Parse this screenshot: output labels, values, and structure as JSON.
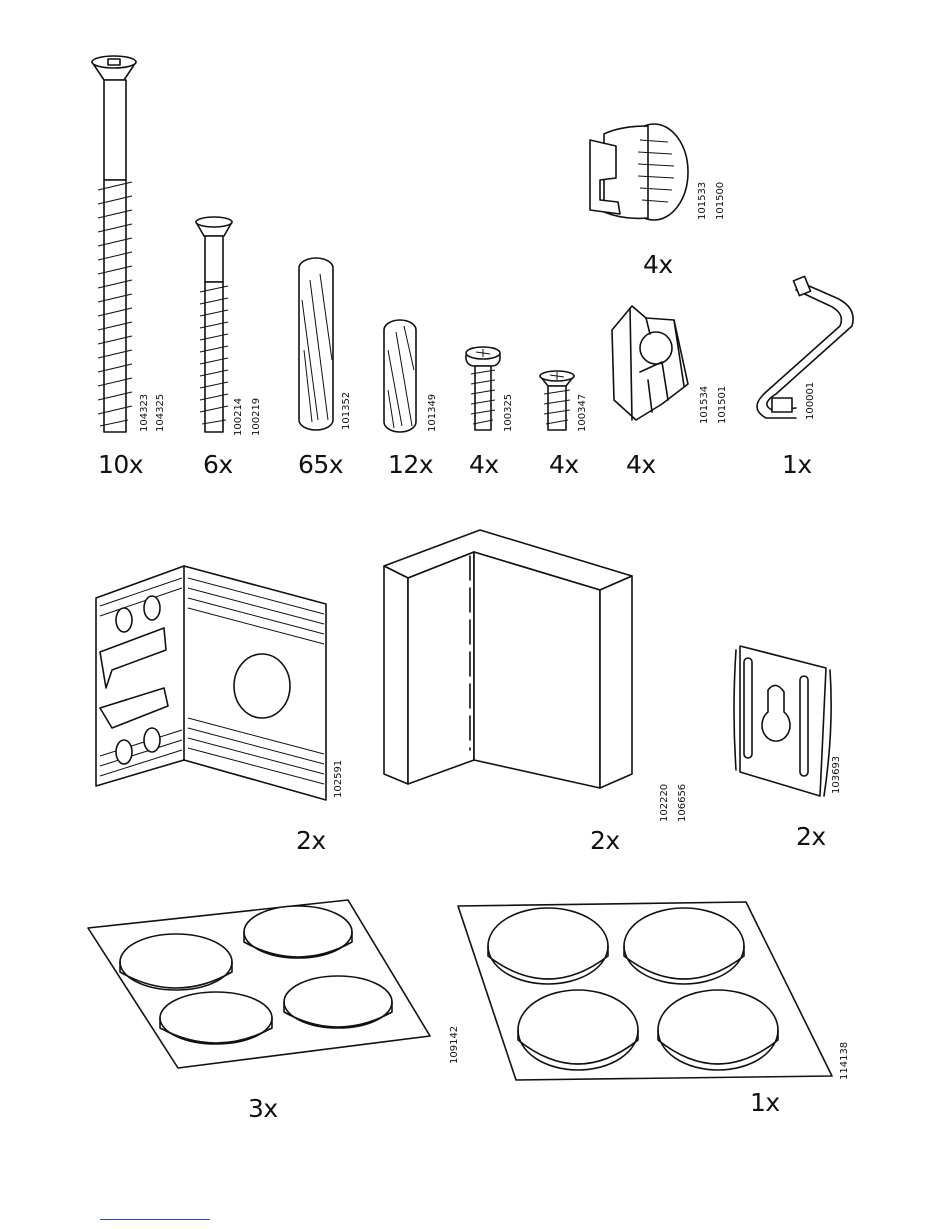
{
  "parts": [
    {
      "id": "long-screw",
      "qty": "10x",
      "codes": [
        "104323",
        "104325"
      ]
    },
    {
      "id": "short-screw",
      "qty": "6x",
      "codes": [
        "100214",
        "100219"
      ]
    },
    {
      "id": "long-dowel",
      "qty": "65x",
      "codes": [
        "101352"
      ]
    },
    {
      "id": "short-dowel",
      "qty": "12x",
      "codes": [
        "101349"
      ]
    },
    {
      "id": "pan-screw",
      "qty": "4x",
      "codes": [
        "100325"
      ]
    },
    {
      "id": "small-screw",
      "qty": "4x",
      "codes": [
        "100347"
      ]
    },
    {
      "id": "cam-clip",
      "qty": "4x",
      "codes": [
        "101534",
        "101501"
      ]
    },
    {
      "id": "allen-key",
      "qty": "1x",
      "codes": [
        "100001"
      ]
    },
    {
      "id": "cam-lock",
      "qty": "4x",
      "codes": [
        "101533",
        "101500"
      ]
    },
    {
      "id": "corner-bracket",
      "qty": "2x",
      "codes": [
        "102591"
      ]
    },
    {
      "id": "corner-block",
      "qty": "2x",
      "codes": [
        "102220",
        "106656"
      ]
    },
    {
      "id": "keyhole-plate",
      "qty": "2x",
      "codes": [
        "103693"
      ]
    },
    {
      "id": "pad-sheet-small",
      "qty": "3x",
      "codes": [
        "109142"
      ]
    },
    {
      "id": "pad-sheet-large",
      "qty": "1x",
      "codes": [
        "114138"
      ]
    }
  ]
}
